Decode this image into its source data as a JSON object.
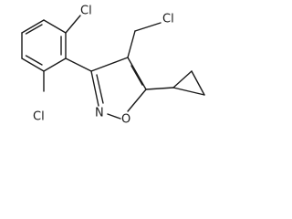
{
  "molecule": {
    "atoms": {
      "cl_top_right": "Cl",
      "cl_bottom_left": "Cl",
      "cl_chloromethyl": "Cl",
      "n_isoxazole": "N",
      "o_isoxazole": "O"
    }
  }
}
